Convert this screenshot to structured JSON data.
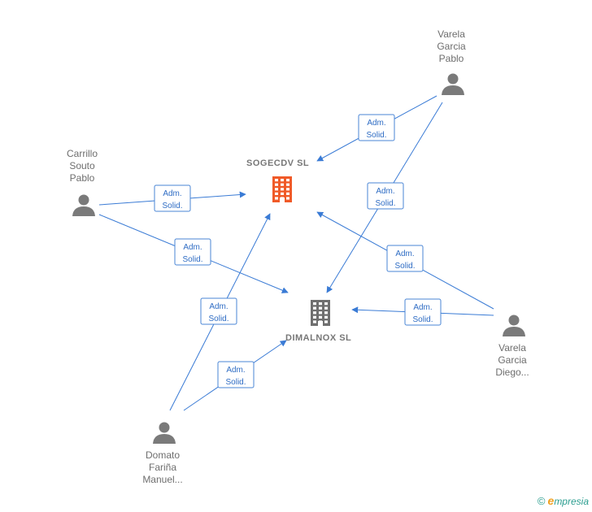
{
  "colors": {
    "edge": "#3a7bd5",
    "company_primary": "#f05a28",
    "company_secondary": "#6f6f6f",
    "person": "#7a7a7a",
    "label": "#6e6e6e"
  },
  "companies": [
    {
      "id": "sogecdv",
      "name": "SOGECDV  SL",
      "highlight": true,
      "icon": "building-icon"
    },
    {
      "id": "dimalnox",
      "name": "DIMALNOX  SL",
      "highlight": false,
      "icon": "building-icon"
    }
  ],
  "people": [
    {
      "id": "varela-pablo",
      "lines": [
        "Varela",
        "Garcia",
        "Pablo"
      ],
      "icon": "person-icon"
    },
    {
      "id": "carrillo",
      "lines": [
        "Carrillo",
        "Souto",
        "Pablo"
      ],
      "icon": "person-icon"
    },
    {
      "id": "varela-diego",
      "lines": [
        "Varela",
        "Garcia",
        "Diego..."
      ],
      "icon": "person-icon"
    },
    {
      "id": "domato",
      "lines": [
        "Domato",
        "Fariña",
        "Manuel..."
      ],
      "icon": "person-icon"
    }
  ],
  "relations": [
    {
      "from": "varela-pablo",
      "to": "sogecdv",
      "label": [
        "Adm.",
        "Solid."
      ]
    },
    {
      "from": "varela-pablo",
      "to": "dimalnox",
      "label": [
        "Adm.",
        "Solid."
      ]
    },
    {
      "from": "carrillo",
      "to": "sogecdv",
      "label": [
        "Adm.",
        "Solid."
      ]
    },
    {
      "from": "carrillo",
      "to": "dimalnox",
      "label": [
        "Adm.",
        "Solid."
      ]
    },
    {
      "from": "varela-diego",
      "to": "sogecdv",
      "label": [
        "Adm.",
        "Solid."
      ]
    },
    {
      "from": "varela-diego",
      "to": "dimalnox",
      "label": [
        "Adm.",
        "Solid."
      ]
    },
    {
      "from": "domato",
      "to": "sogecdv",
      "label": [
        "Adm.",
        "Solid."
      ]
    },
    {
      "from": "domato",
      "to": "dimalnox",
      "label": [
        "Adm.",
        "Solid."
      ]
    }
  ],
  "brand": {
    "copyright": "©",
    "initial": "e",
    "rest": "mpresia"
  }
}
